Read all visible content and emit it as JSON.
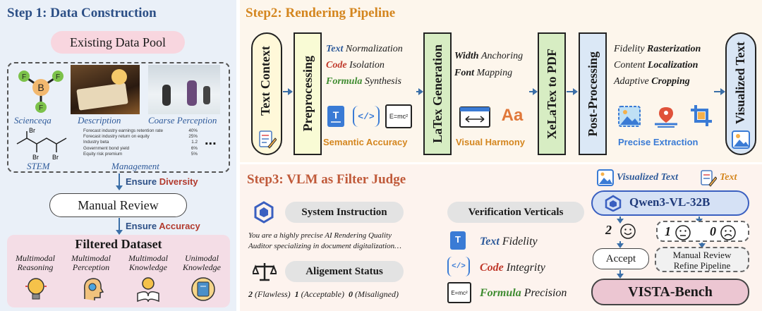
{
  "step1": {
    "title": "Step 1: Data Construction",
    "pool": "Existing Data Pool",
    "items": [
      {
        "label": "Scienceqa"
      },
      {
        "label": "Description"
      },
      {
        "label": "Coarse Perception"
      },
      {
        "label": "STEM"
      },
      {
        "label": "Management"
      }
    ],
    "ellipsis": "...",
    "table_rows": [
      {
        "name": "Forecast industry earnings retention rate",
        "value": "40%"
      },
      {
        "name": "Forecast industry return on equity",
        "value": "25%"
      },
      {
        "name": "Industry beta",
        "value": "1.2"
      },
      {
        "name": "Government bond yield",
        "value": "6%"
      },
      {
        "name": "Equity risk premium",
        "value": "5%"
      }
    ],
    "molecule": {
      "center": "B",
      "ligand": "F"
    },
    "stem_atom": "Br",
    "ensure_diversity": {
      "prefix": "Ensure",
      "word": "Diversity"
    },
    "manual_review": "Manual Review",
    "ensure_accuracy": {
      "prefix": "Ensure",
      "word": "Accuracy"
    },
    "filtered_title": "Filtered Dataset",
    "categories": [
      {
        "line1": "Multimodal",
        "line2": "Reasoning"
      },
      {
        "line1": "Multimodal",
        "line2": "Perception"
      },
      {
        "line1": "Multimodal",
        "line2": "Knowledge"
      },
      {
        "line1": "Unimodal",
        "line2": "Knowledge"
      }
    ]
  },
  "step2": {
    "title": "Step2: Rendering Pipeline",
    "text_context": "Text Context",
    "preprocessing": "Preprocessing",
    "pre_ops": [
      {
        "key": "Text",
        "rest": "Normalization",
        "color": "#2e5a9a"
      },
      {
        "key": "Code",
        "rest": "Isolation",
        "color": "#c0392b"
      },
      {
        "key": "Formula",
        "rest": "Synthesis",
        "color": "#3d8b2f"
      }
    ],
    "semantic_accuracy": "Semantic Accuracy",
    "latex_generation": "LaTex Generation",
    "latex_ops": [
      {
        "key": "Width",
        "rest": "Anchoring"
      },
      {
        "key": "Font",
        "rest": "Mapping"
      }
    ],
    "visual_harmony": "Visual Harmony",
    "xelatex": "XeLaTex to PDF",
    "post_processing": "Post-Processing",
    "post_ops": [
      {
        "pre": "Fidelity",
        "key": "Rasterization"
      },
      {
        "pre": "Content",
        "key": "Localization"
      },
      {
        "pre": "Adaptive",
        "key": "Cropping"
      }
    ],
    "precise_extraction": "Precise Extraction",
    "visualized_text": "Visualized Text",
    "formula_glyph": "E=mc²",
    "code_glyph": "</>",
    "font_glyph": "Aa"
  },
  "step3": {
    "title": "Step3: VLM as Filter Judge",
    "system_instruction": "System Instruction",
    "instruction_text_1": "You are a highly precise AI Rendering Quality",
    "instruction_text_2": "Auditor specializing in document digitalization…",
    "alignment_status": "Aligement Status",
    "scores": [
      {
        "n": "2",
        "label": "(Flawless)"
      },
      {
        "n": "1",
        "label": "(Acceptable)"
      },
      {
        "n": "0",
        "label": "(Misaligned)"
      }
    ],
    "verification_title": "Verification Verticals",
    "verticals": [
      {
        "key": "Text",
        "rest": "Fidelity",
        "color": "#2e5a9a"
      },
      {
        "key": "Code",
        "rest": "Integrity",
        "color": "#c0392b"
      },
      {
        "key": "Formula",
        "rest": "Precision",
        "color": "#3d8b2f"
      }
    ],
    "input_visualized": "Visualized Text",
    "input_text": "Text",
    "model": "Qwen3-VL-32B",
    "score_2": "2",
    "score_1": "1",
    "score_0": "0",
    "accept": "Accept",
    "manual_review_1": "Manual Review",
    "manual_review_2": "Refine Pipeline",
    "bench": "VISTA-Bench"
  }
}
